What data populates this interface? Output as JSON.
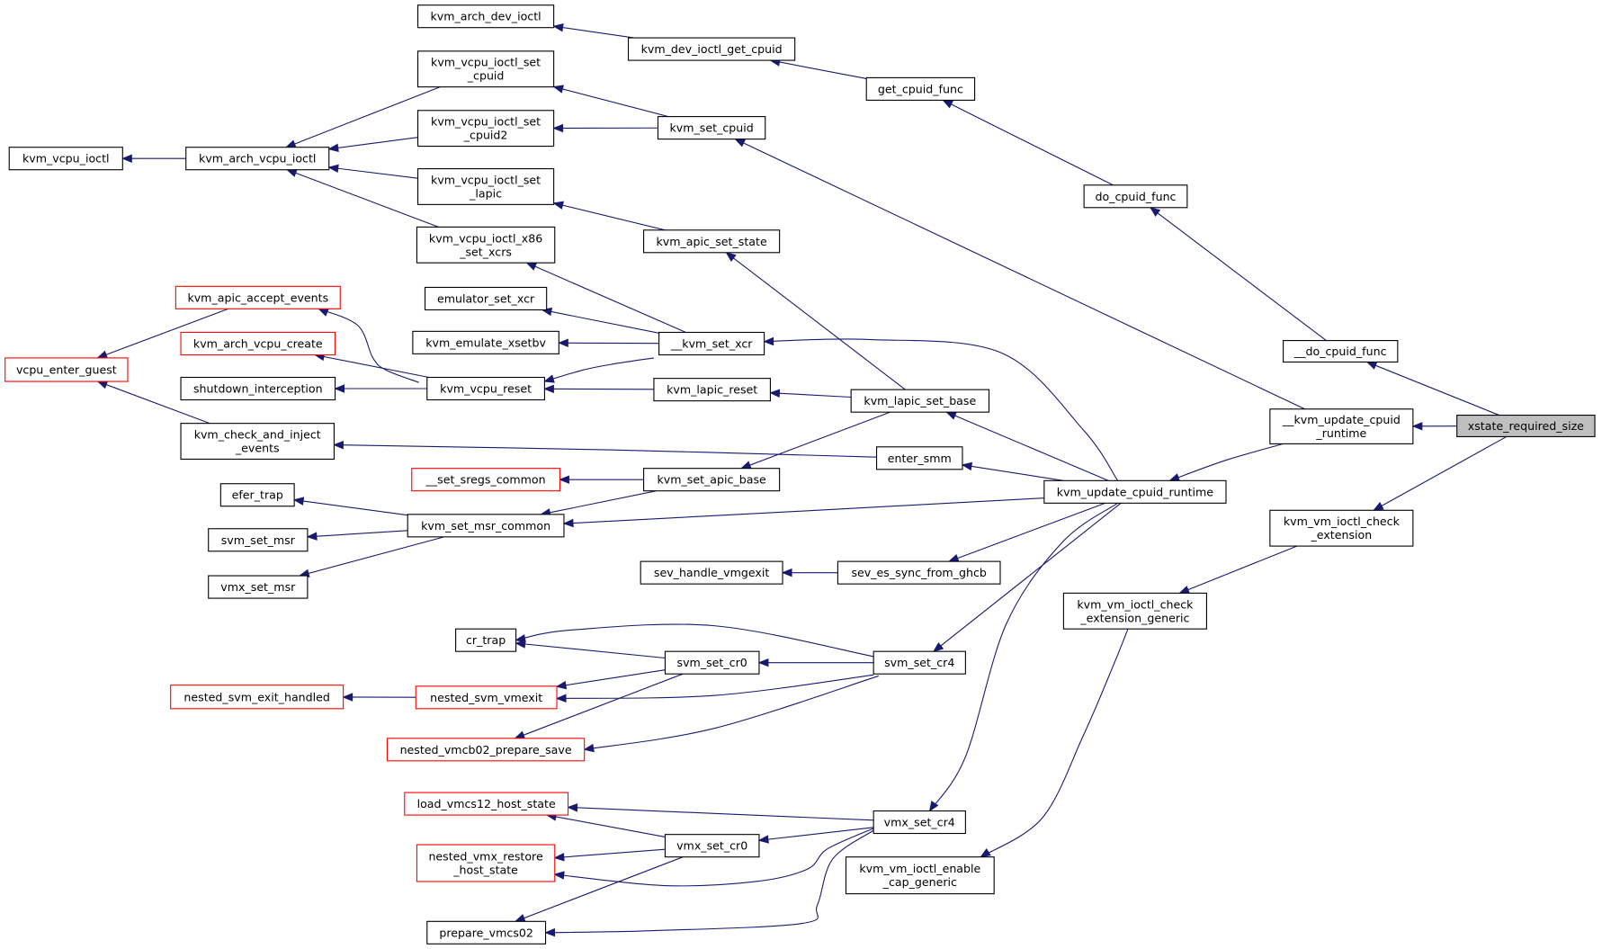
{
  "graph": {
    "root": "xstate_required_size",
    "edge_color": "#191970",
    "truncated_node_border": "#ff0000",
    "normal_node_border": "#000000",
    "root_fill": "#bfbfbf",
    "nodes": [
      {
        "id": "xstate_required_size",
        "lines": [
          "xstate_required_size"
        ],
        "style": "root"
      },
      {
        "id": "__do_cpuid_func",
        "lines": [
          "__do_cpuid_func"
        ],
        "style": "ok"
      },
      {
        "id": "__kvm_update_cpuid_runtime",
        "lines": [
          "__kvm_update_cpuid",
          "_runtime"
        ],
        "style": "ok"
      },
      {
        "id": "kvm_vm_ioctl_check_extension",
        "lines": [
          "kvm_vm_ioctl_check",
          "_extension"
        ],
        "style": "ok"
      },
      {
        "id": "do_cpuid_func",
        "lines": [
          "do_cpuid_func"
        ],
        "style": "ok"
      },
      {
        "id": "get_cpuid_func",
        "lines": [
          "get_cpuid_func"
        ],
        "style": "ok"
      },
      {
        "id": "kvm_dev_ioctl_get_cpuid",
        "lines": [
          "kvm_dev_ioctl_get_cpuid"
        ],
        "style": "ok"
      },
      {
        "id": "kvm_arch_dev_ioctl",
        "lines": [
          "kvm_arch_dev_ioctl"
        ],
        "style": "ok"
      },
      {
        "id": "kvm_set_cpuid",
        "lines": [
          "kvm_set_cpuid"
        ],
        "style": "ok"
      },
      {
        "id": "kvm_vcpu_ioctl_set_cpuid",
        "lines": [
          "kvm_vcpu_ioctl_set",
          "_cpuid"
        ],
        "style": "ok"
      },
      {
        "id": "kvm_vcpu_ioctl_set_cpuid2",
        "lines": [
          "kvm_vcpu_ioctl_set",
          "_cpuid2"
        ],
        "style": "ok"
      },
      {
        "id": "kvm_arch_vcpu_ioctl",
        "lines": [
          "kvm_arch_vcpu_ioctl"
        ],
        "style": "ok"
      },
      {
        "id": "kvm_vcpu_ioctl",
        "lines": [
          "kvm_vcpu_ioctl"
        ],
        "style": "ok"
      },
      {
        "id": "kvm_vcpu_ioctl_set_lapic",
        "lines": [
          "kvm_vcpu_ioctl_set",
          "_lapic"
        ],
        "style": "ok"
      },
      {
        "id": "kvm_apic_set_state",
        "lines": [
          "kvm_apic_set_state"
        ],
        "style": "ok"
      },
      {
        "id": "kvm_vcpu_ioctl_x86_set_xcrs",
        "lines": [
          "kvm_vcpu_ioctl_x86",
          "_set_xcrs"
        ],
        "style": "ok"
      },
      {
        "id": "emulator_set_xcr",
        "lines": [
          "emulator_set_xcr"
        ],
        "style": "ok"
      },
      {
        "id": "kvm_emulate_xsetbv",
        "lines": [
          "kvm_emulate_xsetbv"
        ],
        "style": "ok"
      },
      {
        "id": "__kvm_set_xcr",
        "lines": [
          "__kvm_set_xcr"
        ],
        "style": "ok"
      },
      {
        "id": "kvm_apic_accept_events",
        "lines": [
          "kvm_apic_accept_events"
        ],
        "style": "trunc"
      },
      {
        "id": "kvm_arch_vcpu_create",
        "lines": [
          "kvm_arch_vcpu_create"
        ],
        "style": "trunc"
      },
      {
        "id": "vcpu_enter_guest",
        "lines": [
          "vcpu_enter_guest"
        ],
        "style": "trunc"
      },
      {
        "id": "shutdown_interception",
        "lines": [
          "shutdown_interception"
        ],
        "style": "ok"
      },
      {
        "id": "kvm_vcpu_reset",
        "lines": [
          "kvm_vcpu_reset"
        ],
        "style": "ok"
      },
      {
        "id": "kvm_lapic_reset",
        "lines": [
          "kvm_lapic_reset"
        ],
        "style": "ok"
      },
      {
        "id": "kvm_lapic_set_base",
        "lines": [
          "kvm_lapic_set_base"
        ],
        "style": "ok"
      },
      {
        "id": "kvm_check_and_inject_events",
        "lines": [
          "kvm_check_and_inject",
          "_events"
        ],
        "style": "ok"
      },
      {
        "id": "enter_smm",
        "lines": [
          "enter_smm"
        ],
        "style": "ok"
      },
      {
        "id": "__set_sregs_common",
        "lines": [
          "__set_sregs_common"
        ],
        "style": "trunc"
      },
      {
        "id": "kvm_set_apic_base",
        "lines": [
          "kvm_set_apic_base"
        ],
        "style": "ok"
      },
      {
        "id": "kvm_update_cpuid_runtime",
        "lines": [
          "kvm_update_cpuid_runtime"
        ],
        "style": "ok"
      },
      {
        "id": "efer_trap",
        "lines": [
          "efer_trap"
        ],
        "style": "ok"
      },
      {
        "id": "kvm_set_msr_common",
        "lines": [
          "kvm_set_msr_common"
        ],
        "style": "ok"
      },
      {
        "id": "svm_set_msr",
        "lines": [
          "svm_set_msr"
        ],
        "style": "ok"
      },
      {
        "id": "vmx_set_msr",
        "lines": [
          "vmx_set_msr"
        ],
        "style": "ok"
      },
      {
        "id": "sev_handle_vmgexit",
        "lines": [
          "sev_handle_vmgexit"
        ],
        "style": "ok"
      },
      {
        "id": "sev_es_sync_from_ghcb",
        "lines": [
          "sev_es_sync_from_ghcb"
        ],
        "style": "ok"
      },
      {
        "id": "kvm_vm_ioctl_check_extension_generic",
        "lines": [
          "kvm_vm_ioctl_check",
          "_extension_generic"
        ],
        "style": "ok"
      },
      {
        "id": "cr_trap",
        "lines": [
          "cr_trap"
        ],
        "style": "ok"
      },
      {
        "id": "svm_set_cr0",
        "lines": [
          "svm_set_cr0"
        ],
        "style": "ok"
      },
      {
        "id": "svm_set_cr4",
        "lines": [
          "svm_set_cr4"
        ],
        "style": "ok"
      },
      {
        "id": "nested_svm_exit_handled",
        "lines": [
          "nested_svm_exit_handled"
        ],
        "style": "trunc"
      },
      {
        "id": "nested_svm_vmexit",
        "lines": [
          "nested_svm_vmexit"
        ],
        "style": "trunc"
      },
      {
        "id": "nested_vmcb02_prepare_save",
        "lines": [
          "nested_vmcb02_prepare_save"
        ],
        "style": "trunc"
      },
      {
        "id": "load_vmcs12_host_state",
        "lines": [
          "load_vmcs12_host_state"
        ],
        "style": "trunc"
      },
      {
        "id": "vmx_set_cr4",
        "lines": [
          "vmx_set_cr4"
        ],
        "style": "ok"
      },
      {
        "id": "vmx_set_cr0",
        "lines": [
          "vmx_set_cr0"
        ],
        "style": "ok"
      },
      {
        "id": "nested_vmx_restore_host_state",
        "lines": [
          "nested_vmx_restore",
          "_host_state"
        ],
        "style": "trunc"
      },
      {
        "id": "kvm_vm_ioctl_enable_cap_generic",
        "lines": [
          "kvm_vm_ioctl_enable",
          "_cap_generic"
        ],
        "style": "ok"
      },
      {
        "id": "prepare_vmcs02",
        "lines": [
          "prepare_vmcs02"
        ],
        "style": "ok"
      }
    ],
    "edges": [
      [
        "__do_cpuid_func",
        "xstate_required_size"
      ],
      [
        "__kvm_update_cpuid_runtime",
        "xstate_required_size"
      ],
      [
        "kvm_vm_ioctl_check_extension",
        "xstate_required_size"
      ],
      [
        "do_cpuid_func",
        "__do_cpuid_func"
      ],
      [
        "get_cpuid_func",
        "do_cpuid_func"
      ],
      [
        "kvm_dev_ioctl_get_cpuid",
        "get_cpuid_func"
      ],
      [
        "kvm_arch_dev_ioctl",
        "kvm_dev_ioctl_get_cpuid"
      ],
      [
        "kvm_set_cpuid",
        "__kvm_update_cpuid_runtime"
      ],
      [
        "kvm_update_cpuid_runtime",
        "__kvm_update_cpuid_runtime"
      ],
      [
        "kvm_vcpu_ioctl_set_cpuid",
        "kvm_set_cpuid"
      ],
      [
        "kvm_vcpu_ioctl_set_cpuid2",
        "kvm_set_cpuid"
      ],
      [
        "kvm_arch_vcpu_ioctl",
        "kvm_vcpu_ioctl_set_cpuid"
      ],
      [
        "kvm_arch_vcpu_ioctl",
        "kvm_vcpu_ioctl_set_cpuid2"
      ],
      [
        "kvm_arch_vcpu_ioctl",
        "kvm_vcpu_ioctl_set_lapic"
      ],
      [
        "kvm_arch_vcpu_ioctl",
        "kvm_vcpu_ioctl_x86_set_xcrs"
      ],
      [
        "kvm_vcpu_ioctl",
        "kvm_arch_vcpu_ioctl"
      ],
      [
        "kvm_vcpu_ioctl_set_lapic",
        "kvm_apic_set_state"
      ],
      [
        "kvm_apic_set_state",
        "kvm_lapic_set_base"
      ],
      [
        "kvm_vcpu_ioctl_x86_set_xcrs",
        "__kvm_set_xcr"
      ],
      [
        "emulator_set_xcr",
        "__kvm_set_xcr"
      ],
      [
        "kvm_emulate_xsetbv",
        "__kvm_set_xcr"
      ],
      [
        "kvm_vcpu_reset",
        "__kvm_set_xcr"
      ],
      [
        "__kvm_set_xcr",
        "kvm_update_cpuid_runtime"
      ],
      [
        "kvm_apic_accept_events",
        "kvm_vcpu_reset"
      ],
      [
        "kvm_arch_vcpu_create",
        "kvm_vcpu_reset"
      ],
      [
        "shutdown_interception",
        "kvm_vcpu_reset"
      ],
      [
        "vcpu_enter_guest",
        "kvm_apic_accept_events"
      ],
      [
        "vcpu_enter_guest",
        "kvm_check_and_inject_events"
      ],
      [
        "kvm_vcpu_reset",
        "kvm_lapic_reset"
      ],
      [
        "kvm_lapic_reset",
        "kvm_lapic_set_base"
      ],
      [
        "kvm_set_apic_base",
        "kvm_lapic_set_base"
      ],
      [
        "kvm_lapic_set_base",
        "kvm_update_cpuid_runtime"
      ],
      [
        "kvm_check_and_inject_events",
        "enter_smm"
      ],
      [
        "enter_smm",
        "kvm_update_cpuid_runtime"
      ],
      [
        "__set_sregs_common",
        "kvm_set_apic_base"
      ],
      [
        "kvm_set_msr_common",
        "kvm_set_apic_base"
      ],
      [
        "kvm_set_msr_common",
        "kvm_update_cpuid_runtime"
      ],
      [
        "efer_trap",
        "kvm_set_msr_common"
      ],
      [
        "svm_set_msr",
        "kvm_set_msr_common"
      ],
      [
        "vmx_set_msr",
        "kvm_set_msr_common"
      ],
      [
        "sev_handle_vmgexit",
        "sev_es_sync_from_ghcb"
      ],
      [
        "sev_es_sync_from_ghcb",
        "kvm_update_cpuid_runtime"
      ],
      [
        "svm_set_cr4",
        "kvm_update_cpuid_runtime"
      ],
      [
        "vmx_set_cr4",
        "kvm_update_cpuid_runtime"
      ],
      [
        "kvm_vm_ioctl_check_extension_generic",
        "kvm_vm_ioctl_check_extension"
      ],
      [
        "kvm_vm_ioctl_enable_cap_generic",
        "kvm_vm_ioctl_check_extension_generic"
      ],
      [
        "cr_trap",
        "svm_set_cr0"
      ],
      [
        "cr_trap",
        "svm_set_cr4"
      ],
      [
        "svm_set_cr0",
        "svm_set_cr4"
      ],
      [
        "nested_svm_vmexit",
        "svm_set_cr0"
      ],
      [
        "nested_svm_vmexit",
        "svm_set_cr4"
      ],
      [
        "nested_vmcb02_prepare_save",
        "svm_set_cr0"
      ],
      [
        "nested_vmcb02_prepare_save",
        "svm_set_cr4"
      ],
      [
        "nested_svm_exit_handled",
        "nested_svm_vmexit"
      ],
      [
        "load_vmcs12_host_state",
        "vmx_set_cr0"
      ],
      [
        "load_vmcs12_host_state",
        "vmx_set_cr4"
      ],
      [
        "vmx_set_cr0",
        "vmx_set_cr4"
      ],
      [
        "nested_vmx_restore_host_state",
        "vmx_set_cr0"
      ],
      [
        "nested_vmx_restore_host_state",
        "vmx_set_cr4"
      ],
      [
        "prepare_vmcs02",
        "vmx_set_cr0"
      ],
      [
        "prepare_vmcs02",
        "vmx_set_cr4"
      ]
    ]
  }
}
